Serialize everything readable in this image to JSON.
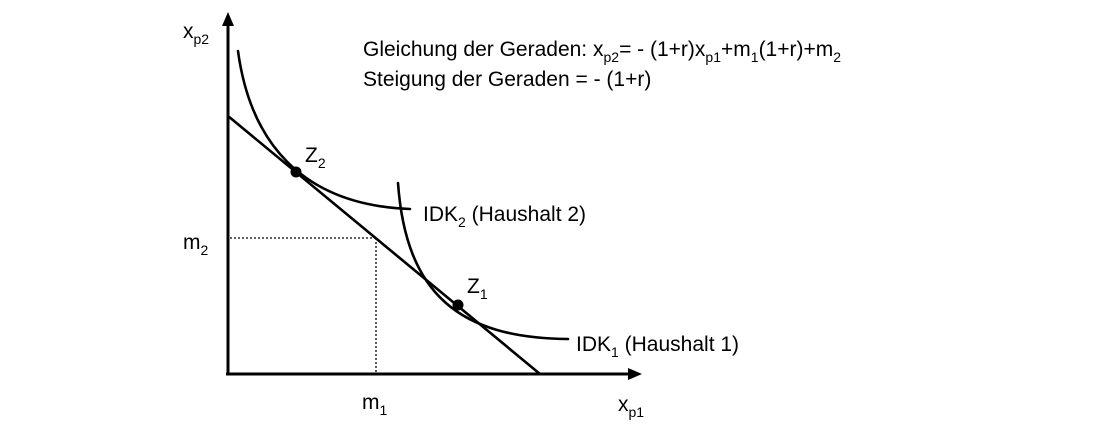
{
  "axes": {
    "y_main": "x",
    "y_sub": "p2",
    "x_main": "x",
    "x_sub": "p1"
  },
  "ticks": {
    "m2_main": "m",
    "m2_sub": "2",
    "m1_main": "m",
    "m1_sub": "1"
  },
  "equation": {
    "line1_prefix": "Gleichung der Geraden: x",
    "line1_sub1": "p2",
    "line1_mid1": "= - (1+r)x",
    "line1_sub2": "p1",
    "line1_mid2": "+m",
    "line1_sub3": "1",
    "line1_mid3": "(1+r)+m",
    "line1_sub4": "2",
    "line2": "Steigung der Geraden = - (1+r)"
  },
  "points": {
    "z2_main": "Z",
    "z2_sub": "2",
    "z1_main": "Z",
    "z1_sub": "1"
  },
  "curves": {
    "idk2_main": "IDK",
    "idk2_sub": "2",
    "idk2_rest": " (Haushalt 2)",
    "idk1_main": "IDK",
    "idk1_sub": "1",
    "idk1_rest": " (Haushalt 1)"
  },
  "colors": {
    "ink": "#000000",
    "background": "#ffffff"
  }
}
